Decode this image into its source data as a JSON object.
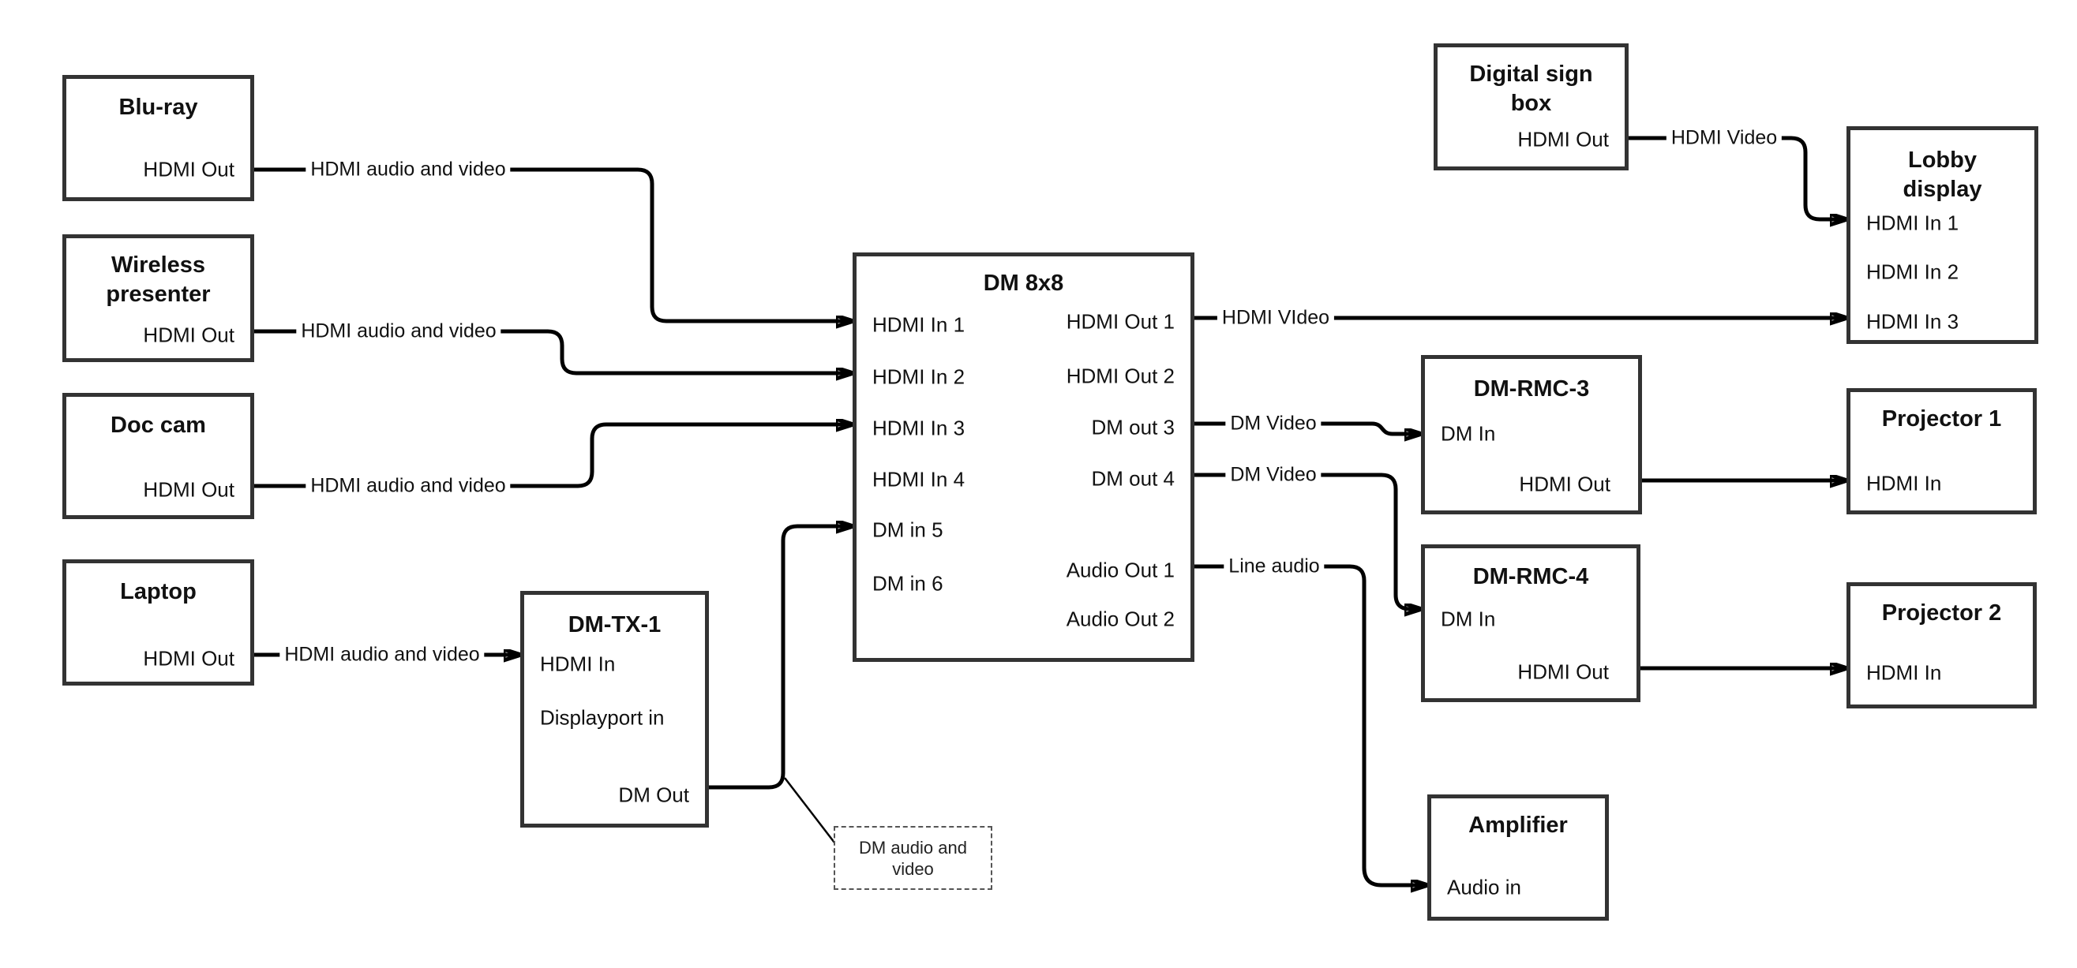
{
  "diagram": {
    "boxes": [
      {
        "id": "blu-ray",
        "title_lines": [
          "Blu-ray"
        ],
        "ports": [
          {
            "label": "HDMI Out"
          }
        ]
      },
      {
        "id": "wireless-presenter",
        "title_lines": [
          "Wireless",
          "presenter"
        ],
        "ports": [
          {
            "label": "HDMI Out"
          }
        ]
      },
      {
        "id": "doc-cam",
        "title_lines": [
          "Doc cam"
        ],
        "ports": [
          {
            "label": "HDMI Out"
          }
        ]
      },
      {
        "id": "laptop",
        "title_lines": [
          "Laptop"
        ],
        "ports": [
          {
            "label": "HDMI Out"
          }
        ]
      },
      {
        "id": "dm-tx-1",
        "title_lines": [
          "DM-TX-1"
        ],
        "ports": [
          {
            "label": "HDMI In"
          },
          {
            "label": "Displayport in"
          },
          {
            "label": "DM Out"
          }
        ]
      },
      {
        "id": "dm-8x8",
        "title_lines": [
          "DM 8x8"
        ],
        "ports": [
          {
            "label": "HDMI In 1"
          },
          {
            "label": "HDMI In 2"
          },
          {
            "label": "HDMI In 3"
          },
          {
            "label": "HDMI In 4"
          },
          {
            "label": "DM in 5"
          },
          {
            "label": "DM in 6"
          },
          {
            "label": "HDMI Out 1"
          },
          {
            "label": "HDMI Out 2"
          },
          {
            "label": "DM out 3"
          },
          {
            "label": "DM out 4"
          },
          {
            "label": "Audio Out 1"
          },
          {
            "label": "Audio Out 2"
          }
        ]
      },
      {
        "id": "digital-sign-box",
        "title_lines": [
          "Digital sign",
          "box"
        ],
        "ports": [
          {
            "label": "HDMI Out"
          }
        ]
      },
      {
        "id": "lobby-display",
        "title_lines": [
          "Lobby",
          "display"
        ],
        "ports": [
          {
            "label": "HDMI In 1"
          },
          {
            "label": "HDMI In 2"
          },
          {
            "label": "HDMI In 3"
          }
        ]
      },
      {
        "id": "dm-rmc-3",
        "title_lines": [
          "DM-RMC-3"
        ],
        "ports": [
          {
            "label": "DM In"
          },
          {
            "label": "HDMI Out"
          }
        ]
      },
      {
        "id": "projector-1",
        "title_lines": [
          "Projector 1"
        ],
        "ports": [
          {
            "label": "HDMI In"
          }
        ]
      },
      {
        "id": "dm-rmc-4",
        "title_lines": [
          "DM-RMC-4"
        ],
        "ports": [
          {
            "label": "DM In"
          },
          {
            "label": "HDMI Out"
          }
        ]
      },
      {
        "id": "projector-2",
        "title_lines": [
          "Projector 2"
        ],
        "ports": [
          {
            "label": "HDMI In"
          }
        ]
      },
      {
        "id": "amplifier",
        "title_lines": [
          "Amplifier"
        ],
        "ports": [
          {
            "label": "Audio in"
          }
        ]
      }
    ],
    "connection_labels": [
      {
        "id": "bluray-to-dm8x8",
        "text": "HDMI audio and video"
      },
      {
        "id": "wireless-to-dm8x8",
        "text": "HDMI audio and video"
      },
      {
        "id": "doccam-to-dm8x8",
        "text": "HDMI audio and video"
      },
      {
        "id": "laptop-to-dmtx1",
        "text": "HDMI audio and video"
      },
      {
        "id": "hdmiout1-to-lobby",
        "text": "HDMI VIdeo"
      },
      {
        "id": "dmout3-to-rmc3",
        "text": "DM Video"
      },
      {
        "id": "dmout4-to-rmc4",
        "text": "DM Video"
      },
      {
        "id": "audioout1-to-amp",
        "text": "Line audio"
      },
      {
        "id": "sign-to-lobby",
        "text": "HDMI Video"
      }
    ],
    "note_lines": [
      "DM audio and",
      "video"
    ],
    "colors": {
      "line": "#000000",
      "box_border": "#333333",
      "text": "#111111",
      "background": "#ffffff"
    }
  }
}
